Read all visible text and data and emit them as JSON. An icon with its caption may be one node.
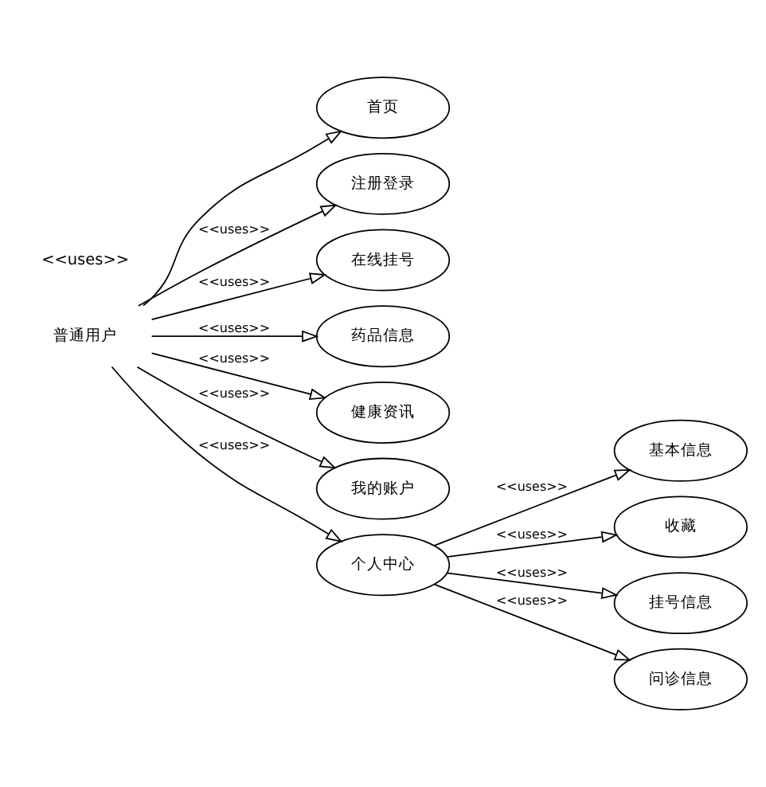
{
  "diagram": {
    "nodes": [
      {
        "text": [
          "普通用户"
        ]
      },
      {
        "text": [
          "首页"
        ]
      },
      {
        "text": [
          "注册登录"
        ]
      },
      {
        "text": [
          "在线挂号"
        ]
      },
      {
        "text": [
          "药品信息"
        ]
      },
      {
        "text": [
          "健康资讯"
        ]
      },
      {
        "text": [
          "我的账户"
        ]
      },
      {
        "text": [
          "个人中心"
        ]
      },
      {
        "text": [
          "基本信息"
        ]
      },
      {
        "text": [
          "收藏"
        ]
      },
      {
        "text": [
          "挂号信息"
        ]
      },
      {
        "text": [
          "问诊信息"
        ]
      }
    ],
    "edges": [
      {
        "from": 0,
        "to": 1,
        "arrow": "to"
      },
      {
        "from": 0,
        "to": 2,
        "arrow": "to",
        "label": "<<uses>>"
      },
      {
        "from": 0,
        "to": 3,
        "arrow": "to",
        "label": "<<uses>>"
      },
      {
        "from": 0,
        "to": 4,
        "arrow": "to",
        "label": "<<uses>>"
      },
      {
        "from": 0,
        "to": 5,
        "arrow": "to",
        "label": "<<uses>>"
      },
      {
        "from": 0,
        "to": 6,
        "arrow": "to",
        "label": "<<uses>>"
      },
      {
        "from": 0,
        "to": 7,
        "arrow": "to",
        "label": "<<uses>>"
      },
      {
        "from": 7,
        "to": 8,
        "arrow": "to",
        "label": "<<uses>>"
      },
      {
        "from": 7,
        "to": 9,
        "arrow": "to",
        "label": "<<uses>>"
      },
      {
        "from": 7,
        "to": 10,
        "arrow": "to",
        "label": "<<uses>>"
      },
      {
        "from": 7,
        "to": 11,
        "arrow": "to",
        "label": "<<uses>>"
      }
    ],
    "labels": [
      "<<uses>>"
    ]
  }
}
